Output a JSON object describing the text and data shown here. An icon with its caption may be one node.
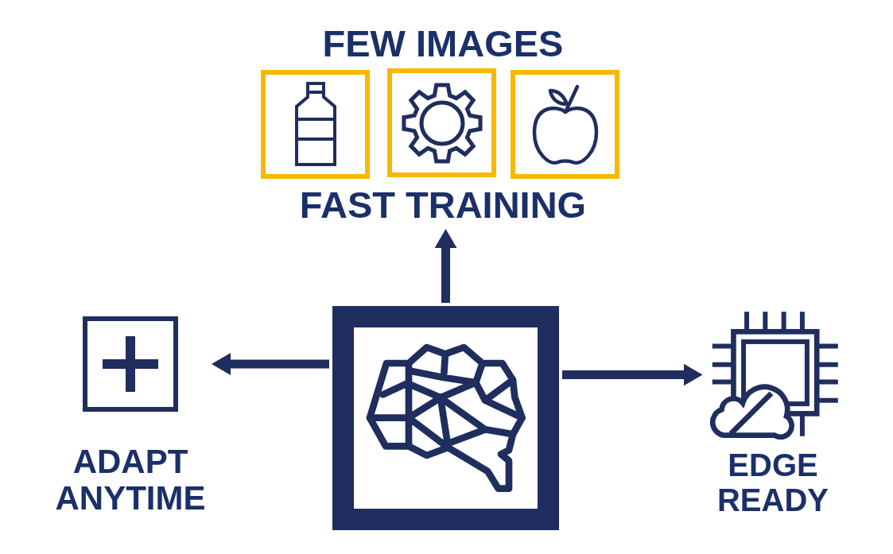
{
  "diagram": {
    "nodes": [
      {
        "text": [],
        "shape": "picture"
      },
      {
        "text": [],
        "shape": "picture"
      },
      {
        "text": [],
        "shape": "picture"
      },
      {
        "text": [
          "FAST TRAINING"
        ]
      },
      {
        "text": [
          "ADAPT ANYTIME"
        ]
      },
      {
        "text": [],
        "shape": "picture"
      },
      {
        "text": [
          "EDGE READY"
        ]
      }
    ],
    "edges": [
      {
        "from": 5,
        "to": 3,
        "arrow": "to"
      },
      {
        "from": 5,
        "to": 4,
        "arrow": "to"
      },
      {
        "from": 5,
        "to": 6,
        "arrow": "to"
      }
    ],
    "labels": [
      "FEW IMAGES"
    ]
  }
}
